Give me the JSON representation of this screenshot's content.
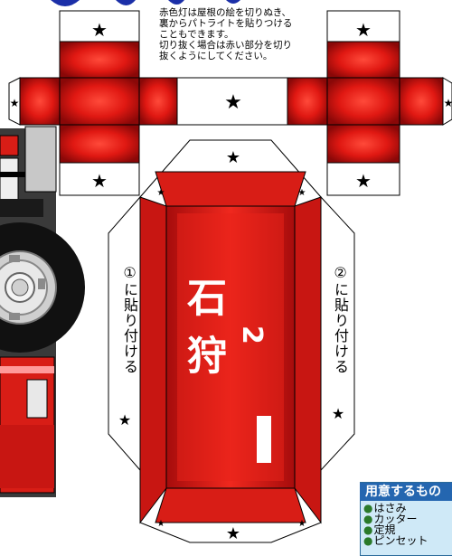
{
  "instructions": "赤色灯は屋根の絵を切りぬき、\n裏からパトライトを貼りつける\nこともできます。\n切り抜く場合は赤い部分を切り\n抜くようにしてください。",
  "flaps": {
    "left_label": "①に貼り付ける",
    "right_label": "②に貼り付ける"
  },
  "plate": {
    "city": "石狩",
    "number": "2"
  },
  "supplies": {
    "title": "用意するもの",
    "items": [
      "はさみ",
      "カッター",
      "定規",
      "ピンセット"
    ]
  },
  "colors": {
    "red": "#e32018",
    "dark_red": "#9a0c0c",
    "accent_blue": "#2466b0"
  },
  "marks": {
    "star": "★"
  }
}
